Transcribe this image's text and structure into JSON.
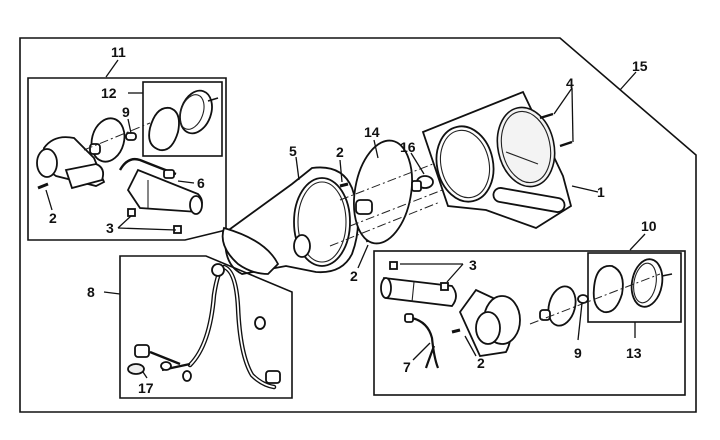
{
  "diagram": {
    "title": "Instrument housing / headlight assembly exploded parts view",
    "callouts": {
      "c1": "1",
      "c2a": "2",
      "c2b": "2",
      "c2c": "2",
      "c2d": "2",
      "c3a": "3",
      "c3b": "3",
      "c4": "4",
      "c5": "5",
      "c6": "6",
      "c7": "7",
      "c8": "8",
      "c9a": "9",
      "c9b": "9",
      "c10": "10",
      "c11": "11",
      "c12": "12",
      "c13": "13",
      "c14": "14",
      "c15": "15",
      "c16": "16",
      "c17": "17"
    }
  }
}
